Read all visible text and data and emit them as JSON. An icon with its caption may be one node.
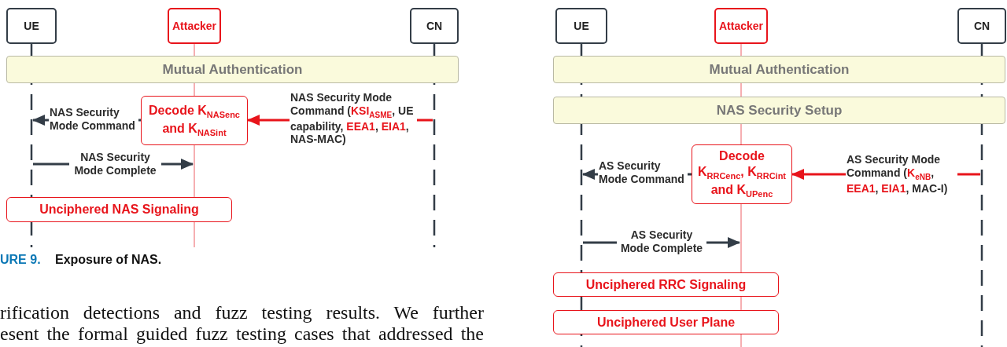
{
  "diagram": {
    "nodes": [
      {
        "text": [
          "UE"
        ]
      },
      {
        "text": [
          "Attacker"
        ]
      },
      {
        "text": [
          "CN"
        ]
      },
      {
        "text": [
          "Mutual Authentication"
        ]
      },
      {
        "text": [
          "Decode K$_{NASenc}$ and K$_{NASint}$"
        ]
      },
      {
        "text": [
          "Unciphered NAS Signaling"
        ]
      },
      {
        "text": [
          "UE"
        ]
      },
      {
        "text": [
          "Attacker"
        ]
      },
      {
        "text": [
          "CN"
        ]
      },
      {
        "text": [
          "Mutual Authentication"
        ]
      },
      {
        "text": [
          "NAS Security Setup"
        ]
      },
      {
        "text": [
          "Decode K$_{RRCenc}$, K$_{RRCint}$ and K$_{UPenc}$"
        ]
      },
      {
        "text": [
          "Unciphered RRC Signaling"
        ]
      },
      {
        "text": [
          "Unciphered User Plane"
        ]
      },
      {
        "text": [],
        "shape": "line"
      },
      {
        "text": [],
        "shape": "line"
      },
      {
        "text": [],
        "shape": "line"
      },
      {
        "text": [],
        "shape": "line"
      },
      {
        "text": [],
        "shape": "line"
      },
      {
        "text": [],
        "shape": "line"
      },
      {
        "text": [],
        "shape": "line"
      },
      {
        "text": [],
        "shape": "line"
      }
    ],
    "edges": [
      {
        "from": 16,
        "to": 4,
        "arrow": "to",
        "color": "#e8141b",
        "label": "NAS Security Mode Command (**KSI**$_{ASME}$, UE capability, **EEA1**, **EIA1**, NAS-MAC)"
      },
      {
        "from": 4,
        "to": 14,
        "arrow": "to",
        "label": "NAS Security Mode Command"
      },
      {
        "from": 14,
        "to": 15,
        "arrow": "to",
        "label": "NAS Security Mode Complete"
      },
      {
        "from": 19,
        "to": 11,
        "arrow": "to",
        "color": "#e8141b",
        "label": "AS Security Mode Command (**K**$_{eNB}$, **EEA1**, **EIA1**, MAC-I)"
      },
      {
        "from": 11,
        "to": 17,
        "arrow": "to",
        "label": "AS Security Mode Command"
      },
      {
        "from": 17,
        "to": 18,
        "arrow": "to",
        "label": "AS Security Mode Complete"
      }
    ],
    "labels": [
      "URE 9.",
      "Exposure of NAS.",
      "rification detections and fuzz testing results. We further",
      "esent the formal guided fuzz testing cases that addressed the"
    ]
  }
}
